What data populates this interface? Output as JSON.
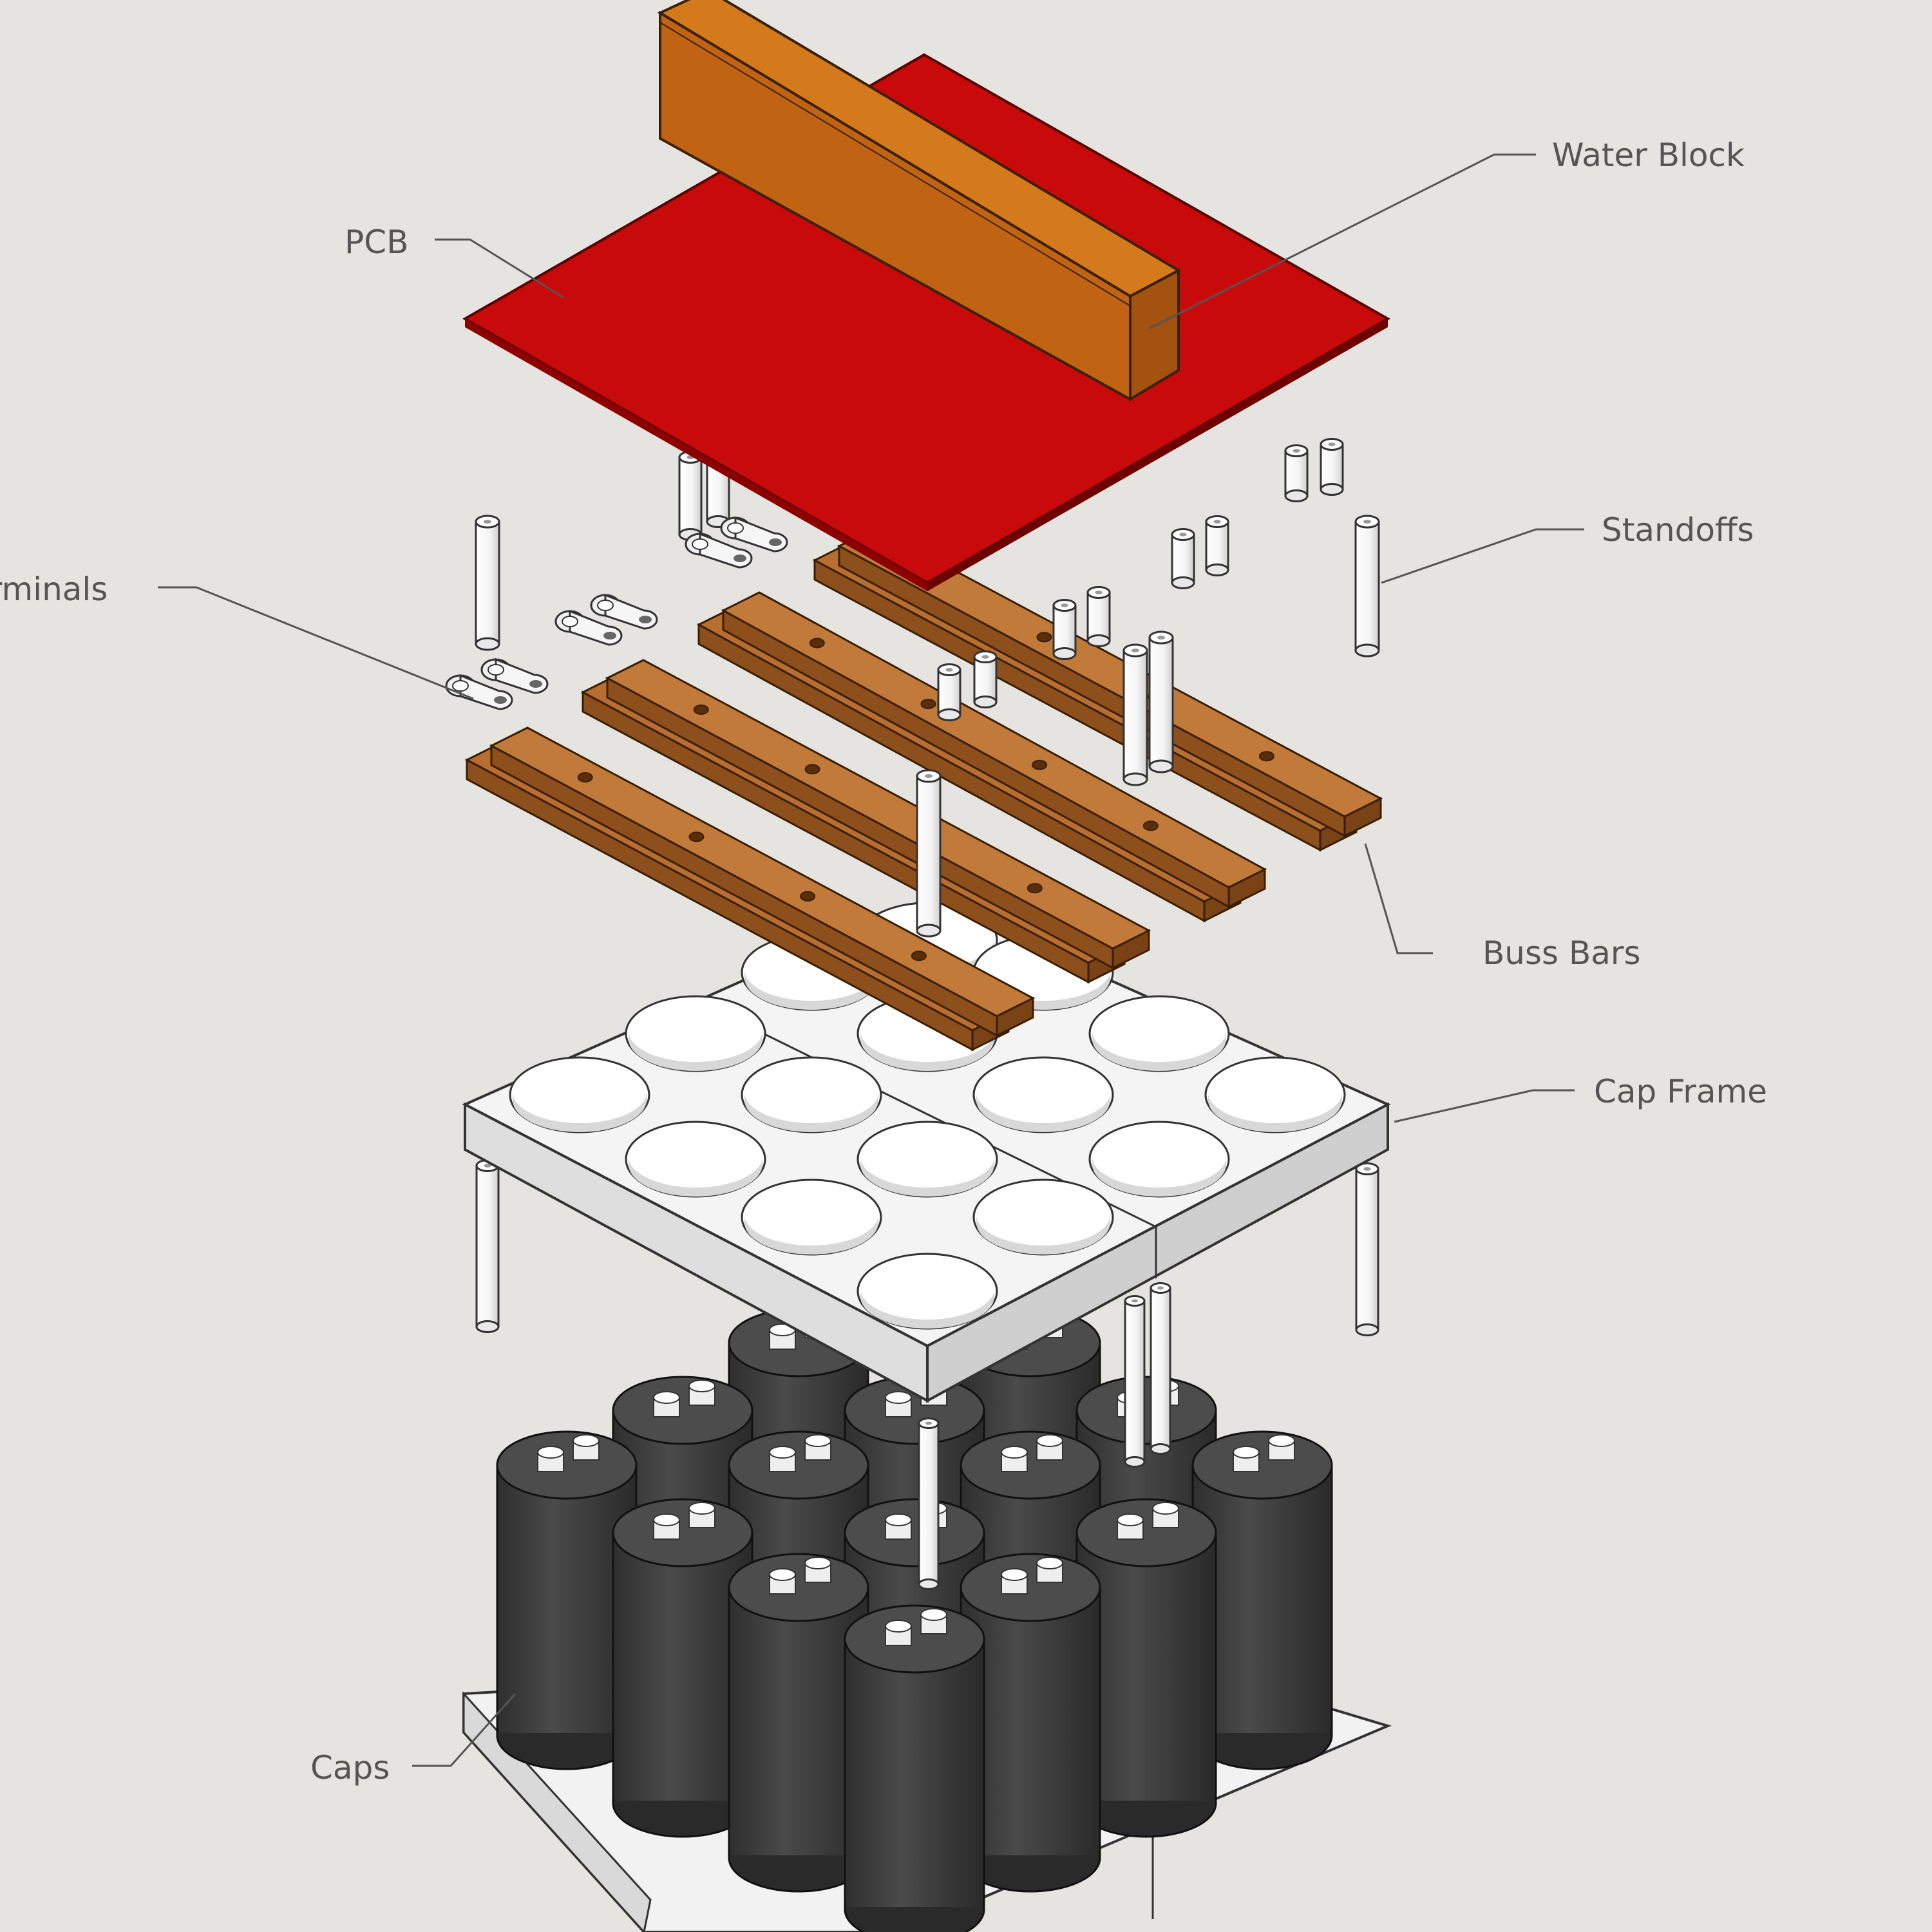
{
  "labels": {
    "water_block": "Water Block",
    "pcb": "PCB",
    "standoffs": "Standoffs",
    "terminals": "Terminals",
    "buss_bars": "Buss Bars",
    "cap_frame": "Cap Frame",
    "caps": "Caps"
  },
  "colors": {
    "background": "#e6e4e0",
    "pcb": "#c80a0a",
    "water_block": "#c66a10",
    "buss_bar": "#b4692c",
    "frame": "#f2f2f2",
    "cap": "#3c3c3c",
    "standoff": "#fafafa",
    "leader": "#555555"
  },
  "icons": [
    "capacitor-icon",
    "standoff-icon",
    "terminal-lug-icon",
    "buss-bar-icon"
  ]
}
